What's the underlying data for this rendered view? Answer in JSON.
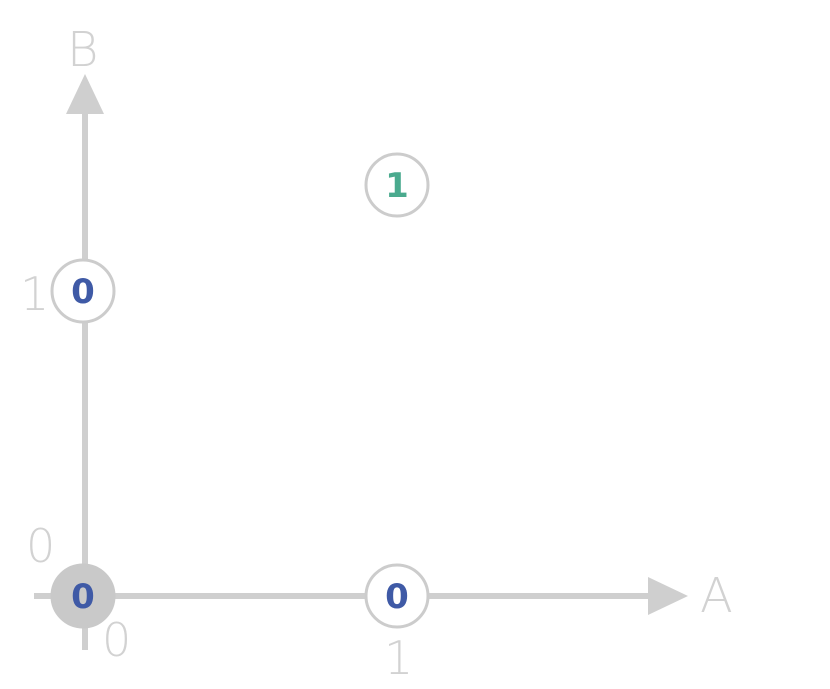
{
  "axes": {
    "x_label": "A",
    "y_label": "B",
    "x_ticks": [
      "0",
      "1"
    ],
    "y_ticks": [
      "0",
      "1"
    ]
  },
  "nodes": [
    {
      "id": "a0-b0",
      "a": 0,
      "b": 0,
      "value": "0",
      "filled": true,
      "color": "#3f5aa6"
    },
    {
      "id": "a1-b0",
      "a": 1,
      "b": 0,
      "value": "0",
      "filled": false,
      "color": "#3f5aa6"
    },
    {
      "id": "a0-b1",
      "a": 0,
      "b": 1,
      "value": "0",
      "filled": false,
      "color": "#3f5aa6"
    },
    {
      "id": "a1-b1",
      "a": 1,
      "b": 1,
      "value": "1",
      "filled": false,
      "color": "#4aaa8e"
    }
  ],
  "colors": {
    "axis": "#cfcfcf",
    "label": "#d2d2d2",
    "zero": "#3f5aa6",
    "one": "#4aaa8e"
  }
}
